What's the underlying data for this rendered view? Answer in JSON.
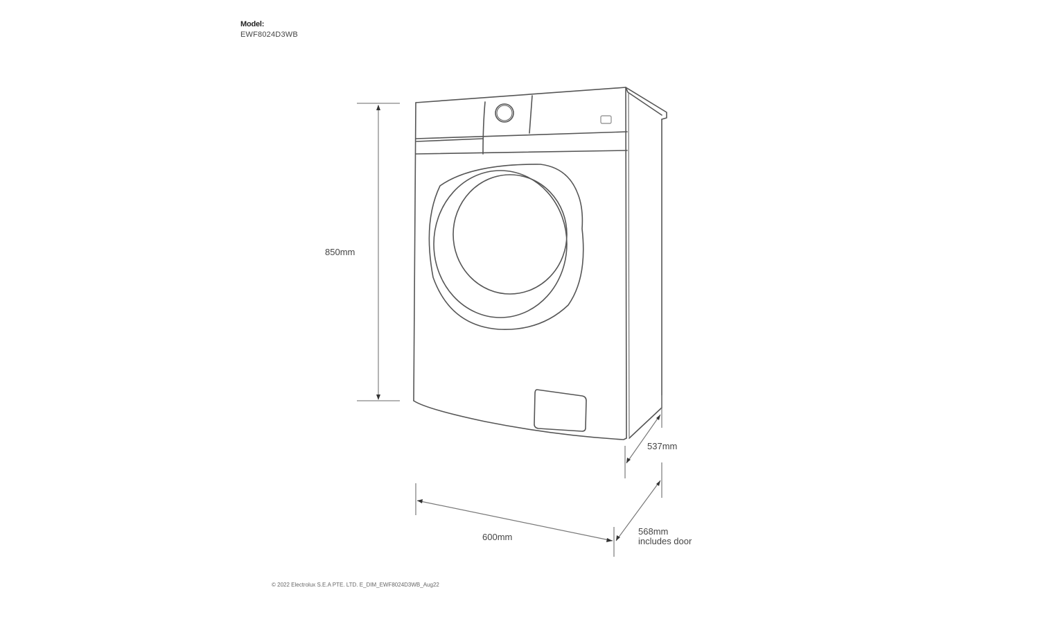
{
  "header": {
    "model_label": "Model:",
    "model_value": "EWF8024D3WB"
  },
  "dimensions": {
    "height": "850mm",
    "width": "600mm",
    "depth": "537mm",
    "depth_with_door_line1": "568mm",
    "depth_with_door_line2": "includes door"
  },
  "footer": {
    "copyright": "© 2022 Electrolux S.E.A PTE. LTD. E_DIM_EWF8024D3WB_Aug22"
  },
  "colors": {
    "line": "#555555",
    "dim_line": "#9a9a9a",
    "text": "#444444",
    "background": "#ffffff"
  }
}
